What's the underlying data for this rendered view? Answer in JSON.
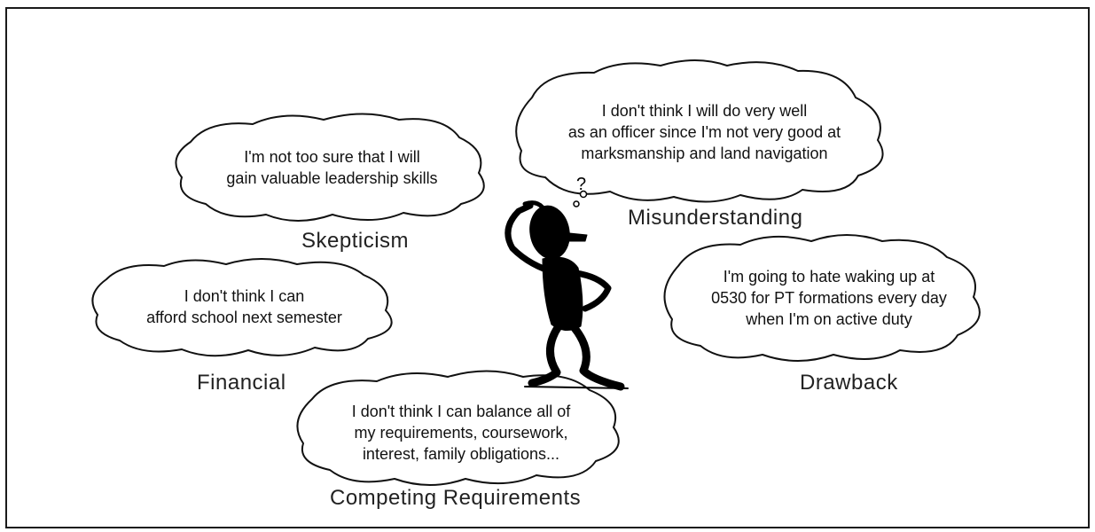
{
  "clouds": [
    {
      "id": "misunderstanding",
      "lines": [
        "I don't think I will do very well",
        "as an officer since I'm not very good at",
        "marksmanship and land navigation"
      ],
      "label": "Misunderstanding"
    },
    {
      "id": "skepticism",
      "lines": [
        "I'm not too sure that I will",
        "gain valuable leadership skills"
      ],
      "label": "Skepticism"
    },
    {
      "id": "financial",
      "lines": [
        "I don't think I can",
        "afford school next semester"
      ],
      "label": "Financial"
    },
    {
      "id": "drawback",
      "lines": [
        "I'm going to hate waking up at",
        "0530 for PT formations every day",
        "when I'm on active duty"
      ],
      "label": "Drawback"
    },
    {
      "id": "competing",
      "lines": [
        "I don't think I can balance all of",
        "my requirements, coursework,",
        "interest, family obligations..."
      ],
      "label": "Competing Requirements"
    }
  ],
  "figure": {
    "icon": "thinking-stick-figure-icon",
    "mark": "?"
  }
}
